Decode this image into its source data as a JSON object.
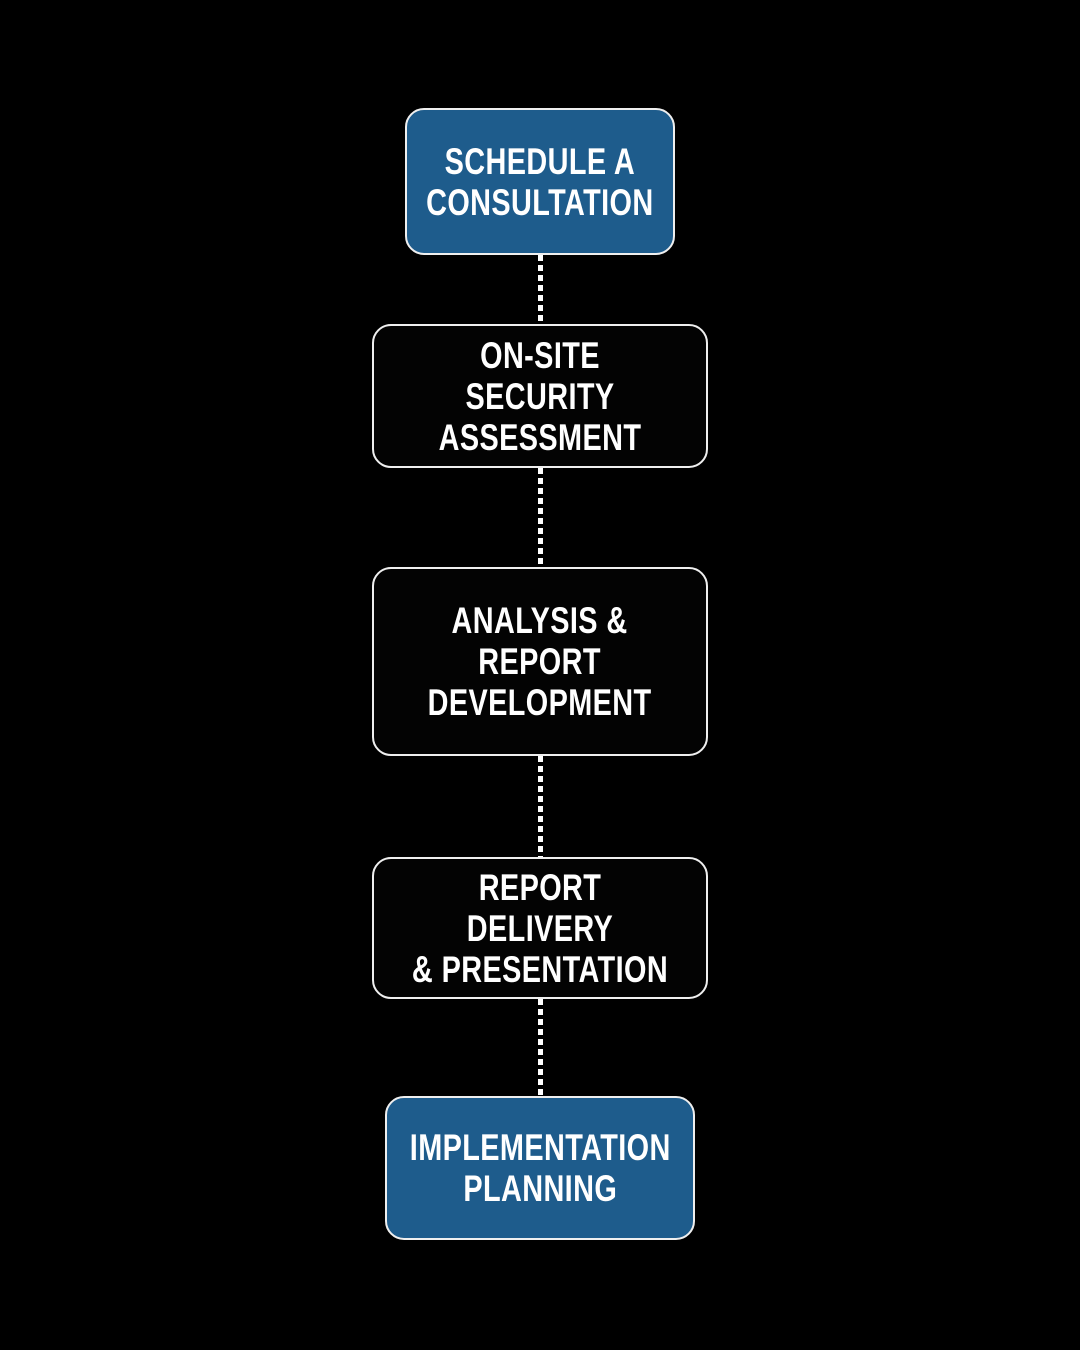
{
  "steps": [
    {
      "label": "SCHEDULE A\nCONSULTATION",
      "variant": "accent"
    },
    {
      "label": "ON-SITE SECURITY\nASSESSMENT",
      "variant": "dark"
    },
    {
      "label": "ANALYSIS &\nREPORT\nDEVELOPMENT",
      "variant": "dark"
    },
    {
      "label": "REPORT DELIVERY\n& PRESENTATION",
      "variant": "dark"
    },
    {
      "label": "IMPLEMENTATION\nPLANNING",
      "variant": "accent"
    }
  ],
  "colors": {
    "background": "#000000",
    "accent": "#1E5C8C",
    "box": "#030303",
    "border": "#EFEFEF",
    "text": "#FFFFFF",
    "connector": "#FFFFFF"
  }
}
